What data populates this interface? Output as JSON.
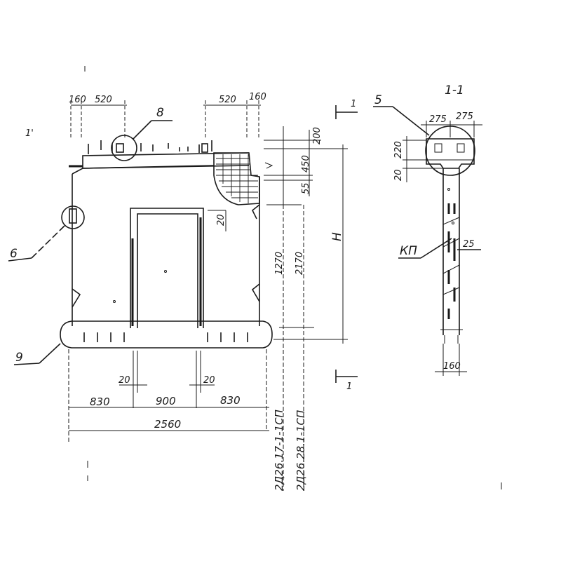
{
  "section_title": "1-1",
  "section_marks": [
    "1",
    "1"
  ],
  "front_view": {
    "top_dims_left": [
      "160",
      "520"
    ],
    "top_dims_right": [
      "520",
      "160"
    ],
    "right_dims_top": [
      "200",
      "450",
      "55"
    ],
    "right_dims_main": [
      "1270",
      "2170"
    ],
    "height_label": "H",
    "opening_dim": "20",
    "bottom_small_dims": [
      "20",
      "20"
    ],
    "bottom_dims": [
      "830",
      "900",
      "830"
    ],
    "overall_width": "2560",
    "stray_mark": "1'"
  },
  "callouts": {
    "c8": "8",
    "c6": "6",
    "c9": "9",
    "c5": "5",
    "kp": "КП",
    "c25": "25"
  },
  "section_view": {
    "top_dims": [
      "275",
      "275"
    ],
    "left_dims": [
      "220",
      "20"
    ],
    "bottom_dim": "160"
  },
  "marks": [
    "2Д26.17-1-1СП",
    "2Д26.28.1-1СП"
  ]
}
